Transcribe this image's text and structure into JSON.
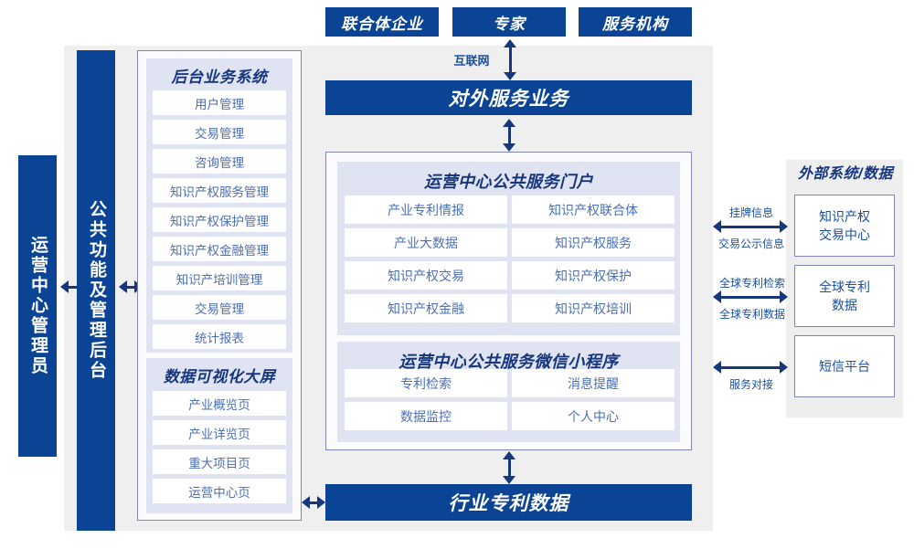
{
  "top_actors": [
    {
      "label": "联合体企业"
    },
    {
      "label": "专家"
    },
    {
      "label": "服务机构"
    }
  ],
  "internet_label": "互联网",
  "external_service_bar": "对外服务业务",
  "industry_patent_data_bar": "行业专利数据",
  "left_roles": {
    "operator": "运营中心管理员",
    "common_backend": "公共功能及管理后台"
  },
  "backend_system": {
    "title": "后台业务系统",
    "items": [
      "用户管理",
      "交易管理",
      "咨询管理",
      "知识产权服务管理",
      "知识产权保护管理",
      "知识产权金融管理",
      "知识产培训管理",
      "交易管理",
      "统计报表"
    ]
  },
  "data_visualization": {
    "title": "数据可视化大屏",
    "items": [
      "产业概览页",
      "产业详览页",
      "重大项目页",
      "运营中心页"
    ]
  },
  "public_portal": {
    "title": "运营中心公共服务门户",
    "items": [
      "产业专利情报",
      "知识产权联合体",
      "产业大数据",
      "知识产权服务",
      "知识产权交易",
      "知识产权保护",
      "知识产权金融",
      "知识产权培训"
    ]
  },
  "wechat_miniprogram": {
    "title": "运营中心公共服务微信小程序",
    "items": [
      "专利检索",
      "消息提醒",
      "数据监控",
      "个人中心"
    ]
  },
  "external_systems": {
    "title": "外部系统/数据",
    "boxes": [
      {
        "line1": "知识产权",
        "line2": "交易中心"
      },
      {
        "line1": "全球专利",
        "line2": "数据"
      },
      {
        "line1": "短信平台",
        "line2": ""
      }
    ],
    "connectors": [
      {
        "above": "挂牌信息",
        "below": "交易公示信息"
      },
      {
        "above": "全球专利检索",
        "below": "全球专利数据"
      },
      {
        "above": "",
        "below": "服务对接"
      }
    ]
  },
  "colors": {
    "brand_blue": "#0b4495",
    "dark_blue": "#17377d",
    "link_blue": "#4a6fb5",
    "lavender": "#dfe3f2",
    "canvas_grey": "#efefef",
    "frame_border": "#8187b4"
  }
}
